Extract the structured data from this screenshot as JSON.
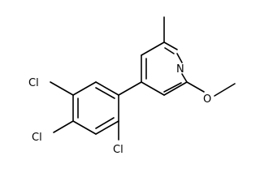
{
  "molecule": {
    "atom_labels": {
      "nitrogen": "N",
      "oxygen": "O",
      "chlorine_top": "Cl",
      "chlorine_middle": "Cl",
      "chlorine_right": "Cl"
    },
    "colors": {
      "bond": "#000000",
      "label": "#000000",
      "background": "#ffffff"
    }
  }
}
